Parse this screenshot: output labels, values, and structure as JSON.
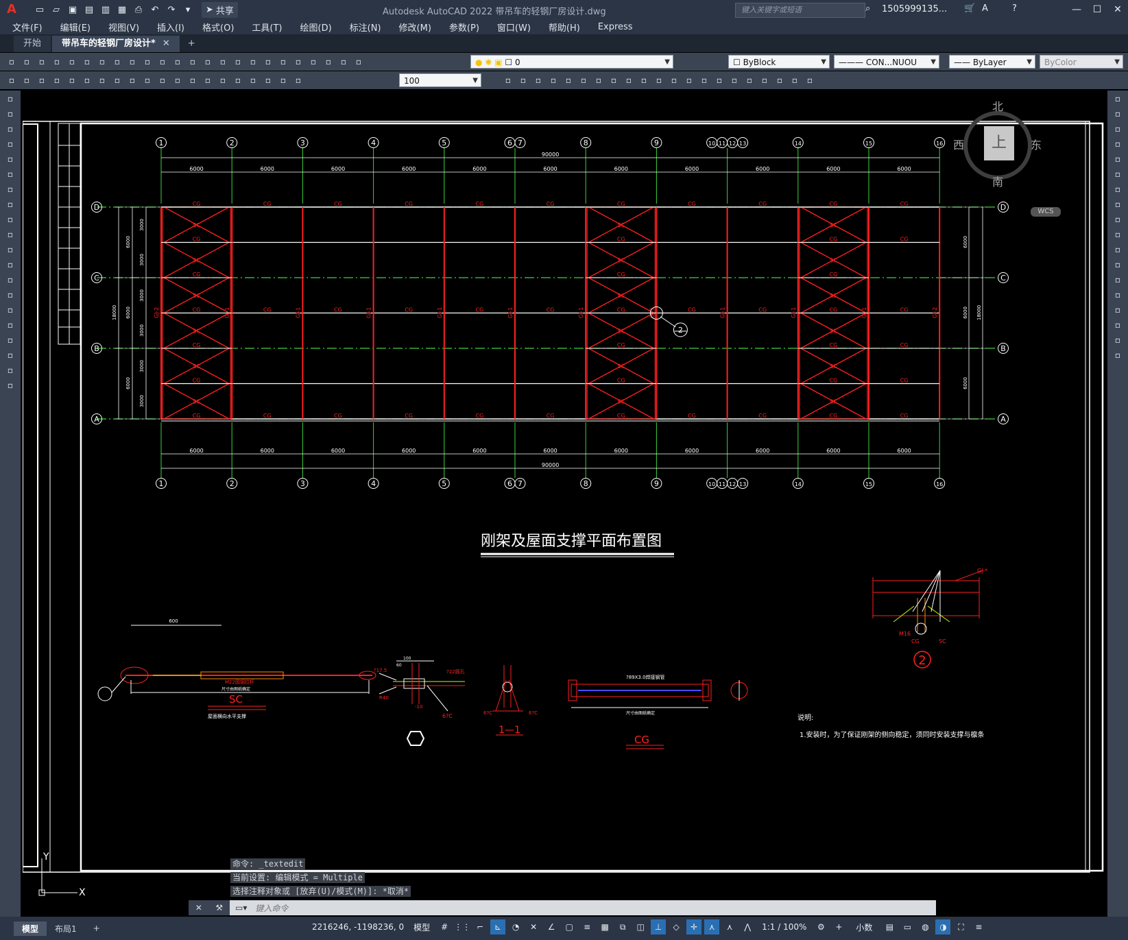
{
  "app": {
    "logo": "A",
    "window_title": "Autodesk AutoCAD 2022    带吊车的轻钢厂房设计.dwg",
    "share_label": "共享",
    "search_placeholder": "键入关键字或短语",
    "user": "1505999135...",
    "controls": [
      "—",
      "☐",
      "✕"
    ]
  },
  "menu": [
    "文件(F)",
    "编辑(E)",
    "视图(V)",
    "插入(I)",
    "格式(O)",
    "工具(T)",
    "绘图(D)",
    "标注(N)",
    "修改(M)",
    "参数(P)",
    "窗口(W)",
    "帮助(H)",
    "Express"
  ],
  "tabs": {
    "start": "开始",
    "active": "带吊车的轻钢厂房设计*",
    "close": "✕",
    "add": "+"
  },
  "toolbar": {
    "layer": "0",
    "color": "ByBlock",
    "linetype": "CON...NUOU",
    "lineweight": "ByLayer",
    "plotstyle": "ByColor",
    "dimscale": "100"
  },
  "viewcube": {
    "north": "北",
    "south": "南",
    "west": "西",
    "east": "东",
    "face": "上",
    "wcs": "WCS"
  },
  "drawing": {
    "title": "刚架及屋面支撑平面布置图",
    "axes_top": [
      "1",
      "2",
      "3",
      "4",
      "5",
      "6",
      "7",
      "8",
      "9",
      "10",
      "11",
      "12",
      "13",
      "14",
      "15",
      "16"
    ],
    "axes_side": [
      "D",
      "C",
      "B",
      "A"
    ],
    "total_dim": "90000",
    "bay_dims": [
      "6000",
      "6000",
      "6000",
      "6000",
      "6000",
      "6000",
      "6000",
      "6000",
      "6000",
      "6000",
      "6000"
    ],
    "side_dims_left": [
      "6000",
      "6000",
      "6000"
    ],
    "side_total": "18000",
    "sub_dims": [
      "3000",
      "3000",
      "3000",
      "3000",
      "3000",
      "3000"
    ],
    "labels": {
      "sc": "SC",
      "cg": "CG",
      "gj": "GJ-1",
      "gj2": "GJ-2"
    },
    "callout": "2",
    "detail_sc_title": "SC",
    "detail_sc_sub": "屋面横向水平支撑",
    "detail_sc_dim": "600",
    "detail_sc_rod": "M22圆钢拉杆",
    "detail_sc_len": "尺寸由图纸确定",
    "detail_11": "1—1",
    "detail_cg_title": "CG",
    "detail_cg_pipe": "?89X3.0焊接钢管",
    "detail_cg_len": "尺寸由图纸确定",
    "detail_c1": "R40",
    "detail_c2": "?17.5",
    "detail_c3": "?22圆孔",
    "detail_c4": "6?C",
    "detail_c5": "-10",
    "detail_c6": "100",
    "detail_c7": "60",
    "detail_c8": "M16",
    "detail_c9": "GJ-*",
    "detail_2_num": "2",
    "notes_title": "说明:",
    "notes_1": "1.安装时，为了保证刚架的侧向稳定，须同时安装支撑与檩条"
  },
  "command": {
    "history": [
      "命令: _textedit",
      "当前设置: 编辑模式 = Multiple",
      "选择注释对象或 [放弃(U)/模式(M)]: *取消*"
    ],
    "placeholder": "键入命令"
  },
  "bottom": {
    "tabs": [
      "模型",
      "布局1"
    ],
    "add": "+",
    "coords": "2216246, -1198236, 0",
    "model": "模型",
    "scale": "1:1 / 100%",
    "units": "小数"
  },
  "ucs": {
    "x": "X",
    "y": "Y"
  }
}
